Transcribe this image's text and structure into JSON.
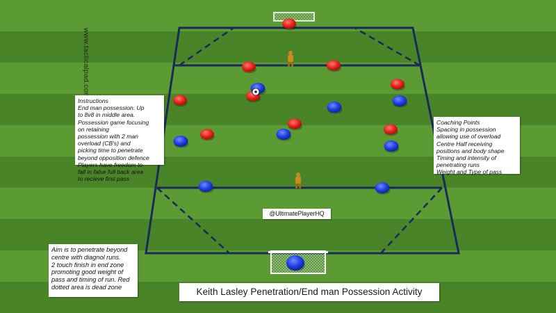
{
  "site_url": "www.tacticalpad.com",
  "instructions": {
    "lines": [
      "Instructions",
      "End man possession. Up",
      "to 8v8 in middle area.",
      "Possession game focusing",
      "on retaining",
      "possession with 2 man",
      "overload (CB's) and",
      "picking time to penetrate",
      "beyond opposition defence",
      "Players have freedom to",
      "fall in false full back area",
      "to recieve first pass"
    ]
  },
  "coaching_points": {
    "lines": [
      "Coaching Points",
      "Spacing in possession",
      "allowing use of overload",
      "Centre Half receiving",
      "positions and body shape",
      "Timing and intensity of",
      "penetrating runs",
      "Weight and Type of pass"
    ]
  },
  "aim": {
    "lines": [
      "Aim is to penetrate beyond",
      "centre with diagnol runs.",
      "2 touch finish in end zone",
      "promoting good weight of",
      "pass and timing of run. Red",
      "dotted area is dead zone"
    ]
  },
  "handle": "@UltimatePlayerHQ",
  "title": "Keith Lasley Penetration/End man Possession Activity",
  "colors": {
    "grass_light": "#5c9a33",
    "grass_dark": "#4a8428",
    "lines": "#1a2a5a",
    "red_team": "#e8211c",
    "blue_team": "#1f3fe6",
    "keeper": "#c98a1e"
  },
  "icons": [
    "red-player-marker",
    "blue-player-marker",
    "goalkeeper-figure",
    "football-icon",
    "goal-icon"
  ]
}
